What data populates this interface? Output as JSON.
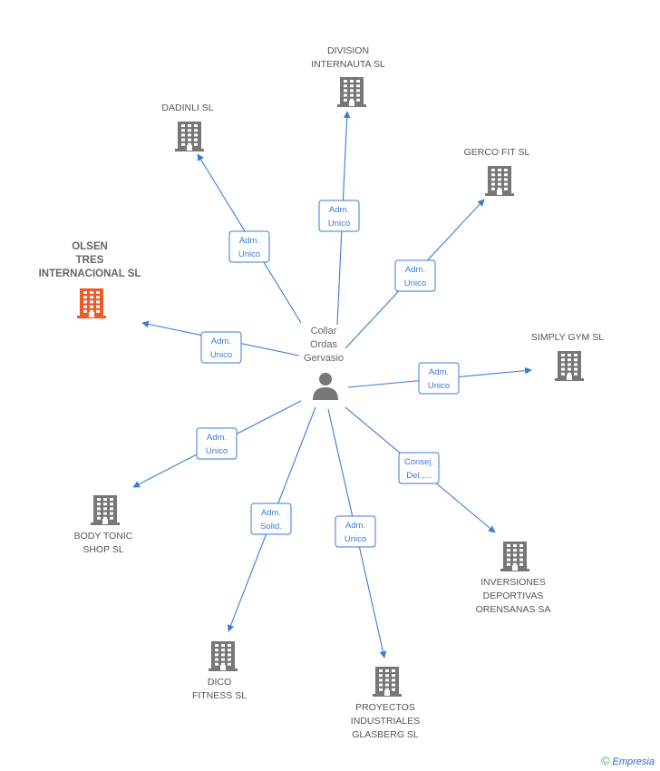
{
  "center": {
    "name_lines": [
      "Collar",
      "Ordas",
      "Gervasio"
    ]
  },
  "colors": {
    "edge": "#3a7bd5",
    "building": "#777777",
    "highlight": "#f05a28"
  },
  "nodes": [
    {
      "id": "division",
      "lines": [
        "DIVISION",
        "INTERNAUTA SL"
      ],
      "relation": [
        "Adm.",
        "Unico"
      ],
      "highlight": false
    },
    {
      "id": "dadinli",
      "lines": [
        "DADINLI SL"
      ],
      "relation": [
        "Adm.",
        "Unico"
      ],
      "highlight": false
    },
    {
      "id": "gerco",
      "lines": [
        "GERCO FIT SL"
      ],
      "relation": [
        "Adm.",
        "Unico"
      ],
      "highlight": false
    },
    {
      "id": "olsen",
      "lines": [
        "OLSEN",
        "TRES",
        "INTERNACIONAL SL"
      ],
      "relation": [
        "Adm.",
        "Unico"
      ],
      "highlight": true
    },
    {
      "id": "simply",
      "lines": [
        "SIMPLY GYM SL"
      ],
      "relation": [
        "Adm.",
        "Unico"
      ],
      "highlight": false
    },
    {
      "id": "bodytonic",
      "lines": [
        "BODY TONIC",
        "SHOP SL"
      ],
      "relation": [
        "Adm.",
        "Unico"
      ],
      "highlight": false
    },
    {
      "id": "inversiones",
      "lines": [
        "INVERSIONES",
        "DEPORTIVAS",
        "ORENSANAS SA"
      ],
      "relation": [
        "Consej.",
        "Del.,..."
      ],
      "highlight": false
    },
    {
      "id": "dico",
      "lines": [
        "DICO",
        "FITNESS SL"
      ],
      "relation": [
        "Adm.",
        "Solid."
      ],
      "highlight": false
    },
    {
      "id": "proyectos",
      "lines": [
        "PROYECTOS",
        "INDUSTRIALES",
        "GLASBERG SL"
      ],
      "relation": [
        "Adm.",
        "Unico"
      ],
      "highlight": false
    }
  ],
  "footer": {
    "symbol": "©",
    "brand": "Empresia"
  }
}
